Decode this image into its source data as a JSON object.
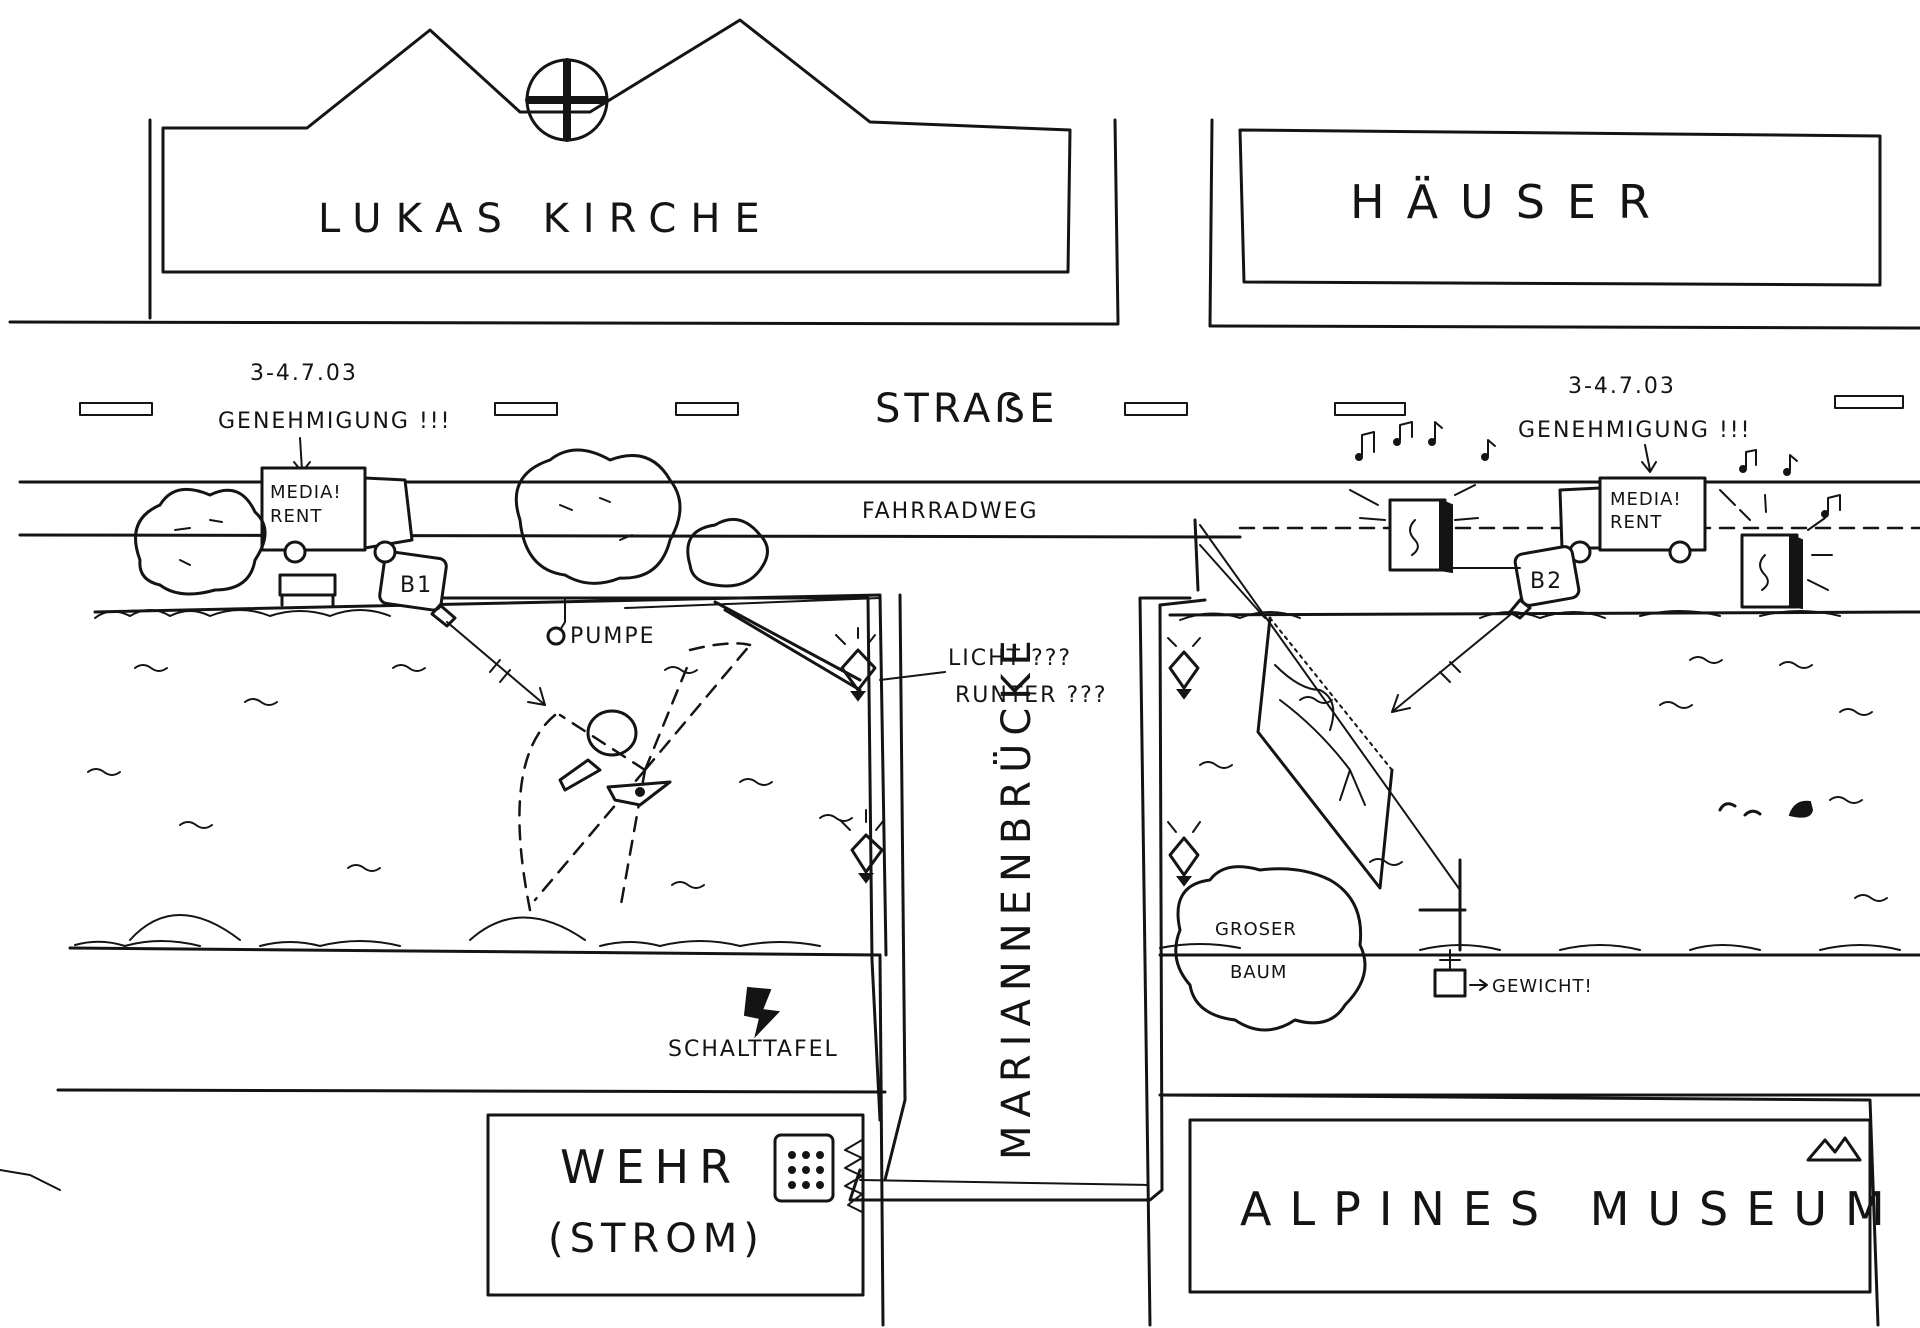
{
  "buildings": {
    "church": "LUKAS  KIRCHE",
    "houses": "HÄUSER",
    "weir": "WEHR",
    "weir_sub": "(STROM)",
    "museum": "ALPINES MUSEUM"
  },
  "streets": {
    "road": "STRAẞE",
    "bike_path": "FAHRRADWEG",
    "bridge": "MARIANNENBRÜCKE"
  },
  "permits": {
    "left_date": "3-4.7.03",
    "left_note": "GENEHMIGUNG !!!",
    "right_date": "3-4.7.03",
    "right_note": "GENEHMIGUNG !!!"
  },
  "trucks": {
    "left_line1": "MEDIA!",
    "left_line2": "RENT",
    "right_line1": "MEDIA!",
    "right_line2": "RENT"
  },
  "beamers": {
    "b1": "B1",
    "b2": "B2"
  },
  "annotations": {
    "pump": "PUMPE",
    "light_line1": "LICHT ???",
    "light_line2": "RUNTER ???",
    "switchboard": "SCHALTTAFEL",
    "big_tree_line1": "GROSER",
    "big_tree_line2": "BAUM",
    "weight": "GEWICHT!"
  },
  "icons": [
    "cross-window-icon",
    "speaker-icon",
    "music-note-icon",
    "lantern-icon",
    "duck-icon",
    "mountain-icon",
    "power-socket-icon"
  ],
  "colors": {
    "ink": "#141414",
    "paper": "#ffffff"
  }
}
